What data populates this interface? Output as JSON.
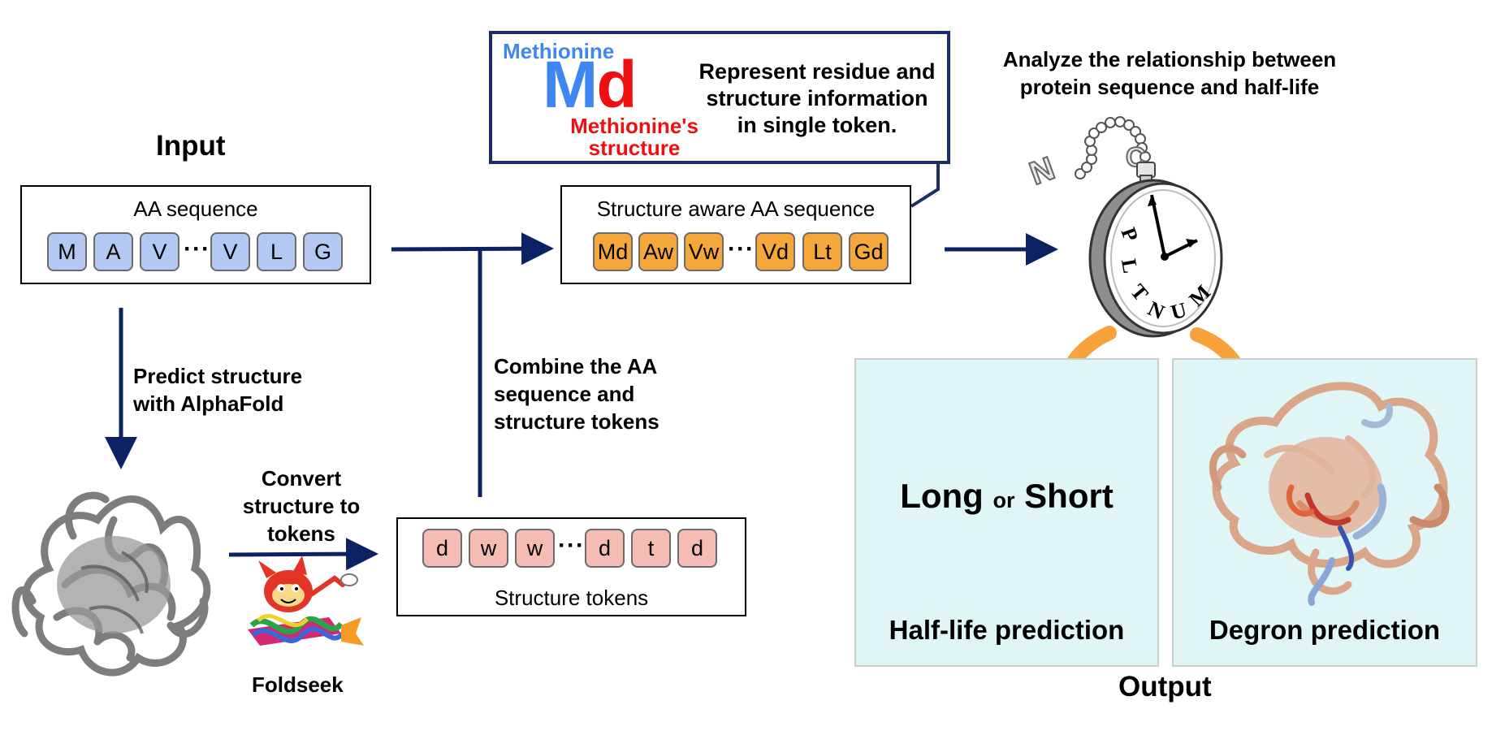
{
  "input": {
    "title": "Input"
  },
  "aa_sequence": {
    "title": "AA sequence",
    "tokens": [
      "M",
      "A",
      "V",
      "V",
      "L",
      "G"
    ],
    "ellipsis": "···"
  },
  "structure_aware": {
    "title": "Structure aware AA sequence",
    "tokens": [
      "Md",
      "Aw",
      "Vw",
      "Vd",
      "Lt",
      "Gd"
    ],
    "ellipsis": "···"
  },
  "structure_tokens": {
    "title": "Structure tokens",
    "tokens": [
      "d",
      "w",
      "w",
      "d",
      "t",
      "d"
    ],
    "ellipsis": "···"
  },
  "callout": {
    "residue_label": "Methionine",
    "token_big_upper": "M",
    "token_big_lower": "d",
    "structure_label_line1": "Methionine's",
    "structure_label_line2": "structure",
    "desc_line1": "Represent residue and",
    "desc_line2": "structure information",
    "desc_line3": "in single token.",
    "color_residue": "#3f86f0",
    "color_structure": "#ee1010"
  },
  "steps": {
    "predict_line1": "Predict structure",
    "predict_line2": "with AlphaFold",
    "combine_line1": "Combine the AA",
    "combine_line2": "sequence and",
    "combine_line3": "structure tokens",
    "convert_line1": "Convert",
    "convert_line2": "structure to",
    "convert_line3": "tokens",
    "foldseek": "Foldseek"
  },
  "model": {
    "analyze_line1": "Analyze the relationship between",
    "analyze_line2": "protein sequence and half-life",
    "watch_letters": [
      "P",
      "L",
      "T",
      "N",
      "U",
      "M"
    ],
    "chain_n": "N",
    "chain_c": "C"
  },
  "output": {
    "title": "Output",
    "long": "Long",
    "or": "or",
    "short": "Short",
    "halflife_label": "Half-life prediction",
    "degron_label": "Degron prediction"
  },
  "colors": {
    "arrow_navy": "#0d2263",
    "arrow_orange": "#f7a23b",
    "panel_bg": "#e0f5f6"
  }
}
